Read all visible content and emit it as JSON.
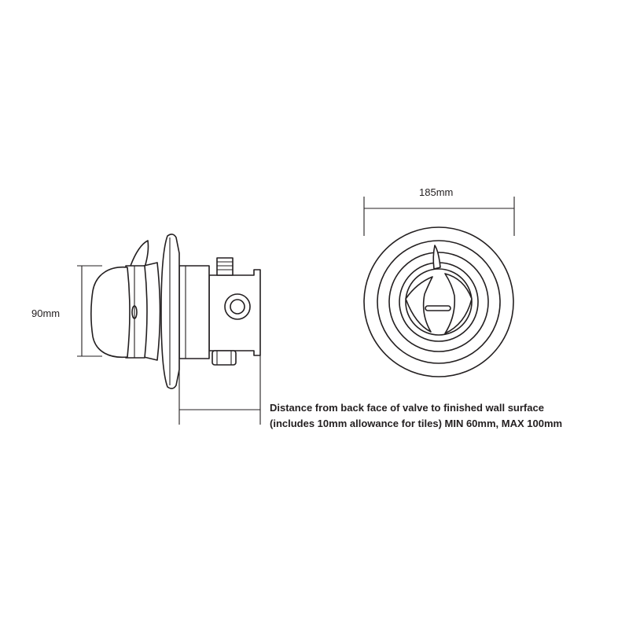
{
  "side_view": {
    "height_label": "90mm"
  },
  "front_view": {
    "width_label": "185mm"
  },
  "installation_note": {
    "line1": "Distance from back face of valve to finished wall surface",
    "line2": "(includes 10mm allowance for tiles) MIN 60mm, MAX 100mm"
  }
}
